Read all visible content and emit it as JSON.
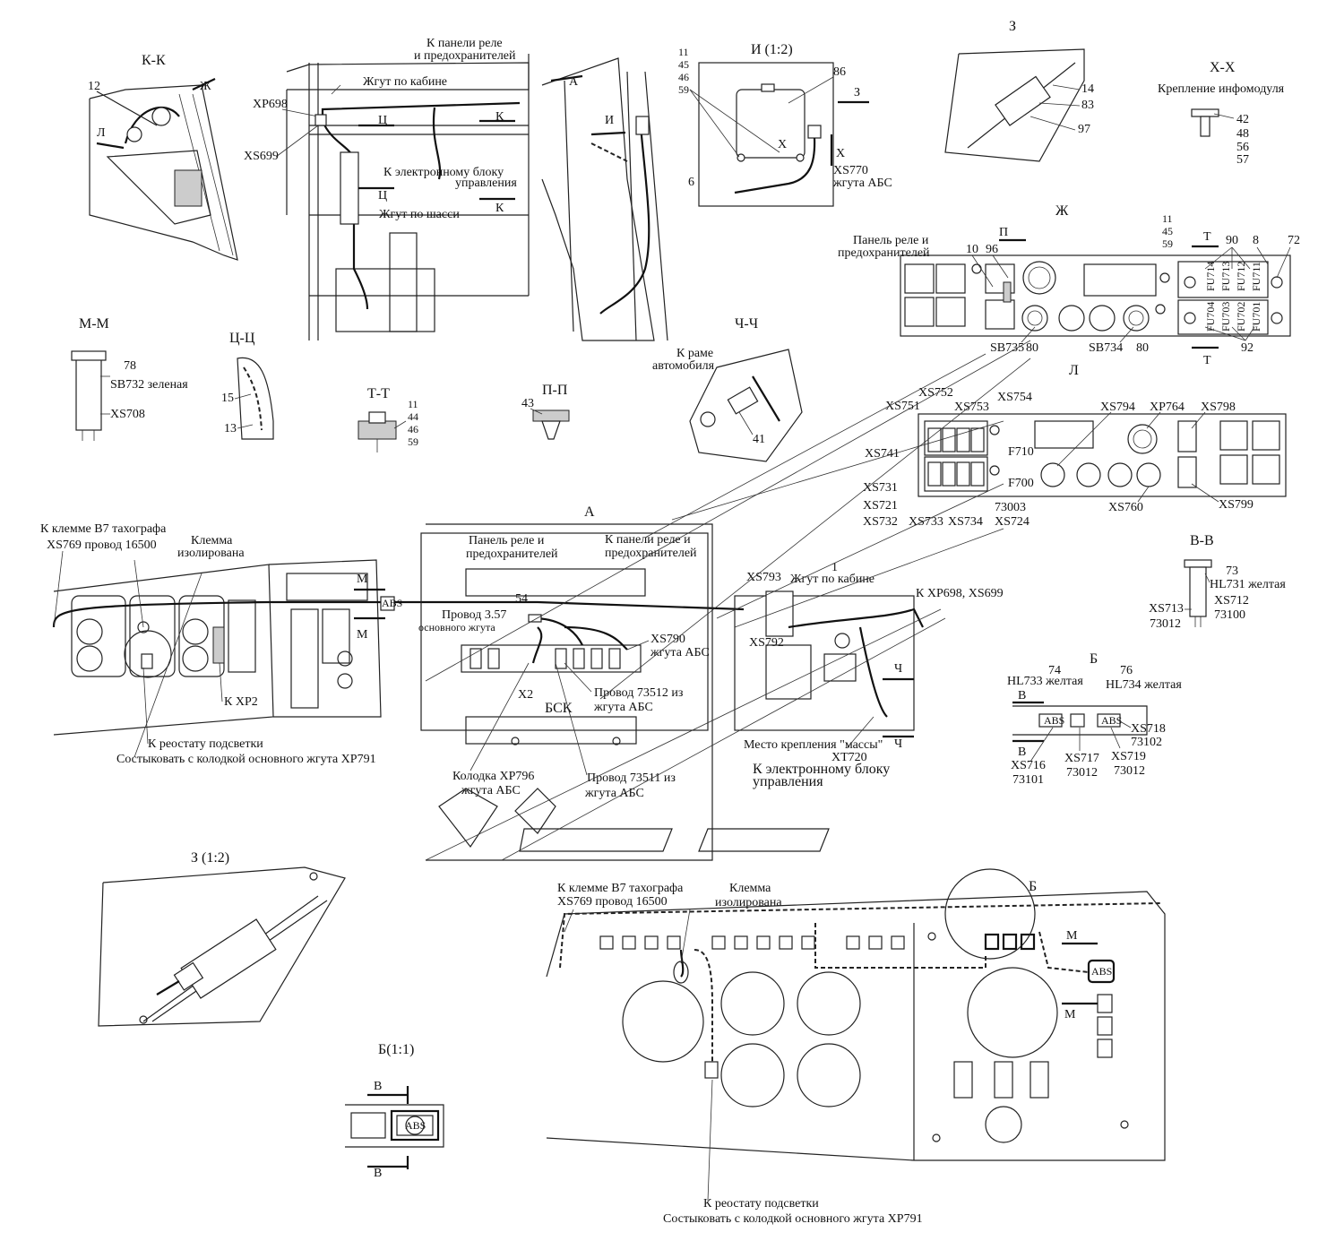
{
  "sections": {
    "kk": "К-К",
    "mm": "М-М",
    "tsts": "Ц-Ц",
    "tt": "Т-Т",
    "pp": "П-П",
    "chch": "Ч-Ч",
    "i12": "И (1:2)",
    "z": "З",
    "xx": "Х-Х",
    "zh": "Ж",
    "l": "Л",
    "a": "А",
    "vv": "В-В",
    "b": "Б",
    "z12": "З (1:2)",
    "b11": "Б(1:1)",
    "b2": "Б"
  },
  "labels": {
    "to_relay_panel_1": "К панели реле",
    "to_relay_panel_2": "и предохранителей",
    "cab_harness": "Жгут по кабине",
    "xp698": "XP698",
    "xs699": "XS699",
    "to_ecu_1": "К электронному блоку",
    "to_ecu_2": "управления",
    "chassis_harness": "Жгут по шасси",
    "mark_ts": "Ц",
    "mark_k": "К",
    "mark_zh": "Ж",
    "mark_l": "Л",
    "mark_a": "А",
    "mark_i": "И",
    "mark_z": "З",
    "mark_x": "Х",
    "mark_p": "П",
    "mark_t": "Т",
    "mark_ch": "Ч",
    "mark_m": "М",
    "mark_v": "В",
    "mark_one": "1",
    "n12": "12",
    "n11": "11",
    "n45": "45",
    "n46": "46",
    "n59": "59",
    "n86": "86",
    "n6": "6",
    "xs770": "XS770",
    "abs_harness": "жгута АБС",
    "n14": "14",
    "n83": "83",
    "n97": "97",
    "infomodule": "Крепление инфомодуля",
    "n42": "42",
    "n48": "48",
    "n56": "56",
    "n57": "57",
    "n78": "78",
    "sb732": "SB732 зеленая",
    "xs708": "XS708",
    "n15": "15",
    "n13": "13",
    "n44": "44",
    "n43": "43",
    "to_frame_1": "К раме",
    "to_frame_2": "автомобиля",
    "n41": "41",
    "relay_panel_1": "Панель реле и",
    "relay_panel_2": "предохранителей",
    "n10": "10",
    "n96": "96",
    "n90": "90",
    "n8": "8",
    "n72": "72",
    "n92": "92",
    "n80": "80",
    "sb735": "SB735",
    "sb734": "SB734",
    "fu714": "FU714",
    "fu713": "FU713",
    "fu712": "FU712",
    "fu711": "FU711",
    "fu704": "FU704",
    "fu703": "FU703",
    "fu702": "FU702",
    "fu701": "FU701",
    "xs751": "XS751",
    "xs752": "XS752",
    "xs753": "XS753",
    "xs754": "XS754",
    "xs741": "XS741",
    "xs731": "XS731",
    "xs721": "XS721",
    "xs732": "XS732",
    "xs733": "XS733",
    "xs734": "XS734",
    "xs724": "XS724",
    "f710": "F710",
    "f700": "F700",
    "n73003": "73003",
    "xs794": "XS794",
    "xp764": "XP764",
    "xs798": "XS798",
    "xs760": "XS760",
    "xs799": "XS799",
    "to_b7_1": "К клемме В7 тахографа",
    "to_b7_2": "XS769 провод 16500",
    "terminal_1": "Клемма",
    "terminal_2": "изолирована",
    "to_relay_panel_short": "К панели реле и",
    "relay_panel_left_1": "Панель реле и",
    "relay_panel_left_2": "предохранителей",
    "n54": "54",
    "wire357": "Провод 3.57",
    "main_harness": "основного жгута",
    "xs790": "XS790",
    "xs790_h": "жгута АБС",
    "x2": "X2",
    "bsk": "БСК",
    "wire73512": "Провод 73512 из",
    "wire73512_h": "жгута АБС",
    "xp796": "Колодка XP796",
    "xp796_h": "жгута АБС",
    "wire73511": "Провод 73511  из",
    "wire73511_h": "жгута АБС",
    "to_xp2": "К XP2",
    "to_rheostat": "К реостату подсветки",
    "dock_xp791": "Состыковать с колодкой основного жгута XP791",
    "xs793": "XS793",
    "xs792": "XS792",
    "to_xp698": "К XP698, XS699",
    "ground_1": "Место крепления \"массы\"",
    "xt720": "XT720",
    "n73": "73",
    "hl731": "HL731 желтая",
    "xs712": "XS712",
    "n73100": "73100",
    "xs713": "XS713",
    "n73012": "73012",
    "n74": "74",
    "hl733": "HL733 желтая",
    "n76": "76",
    "hl734": "HL734 желтая",
    "xs718": "XS718",
    "n73102": "73102",
    "xs716": "XS716",
    "n73101": "73101",
    "xs717": "XS717",
    "xs719": "XS719",
    "abs": "ABS"
  }
}
